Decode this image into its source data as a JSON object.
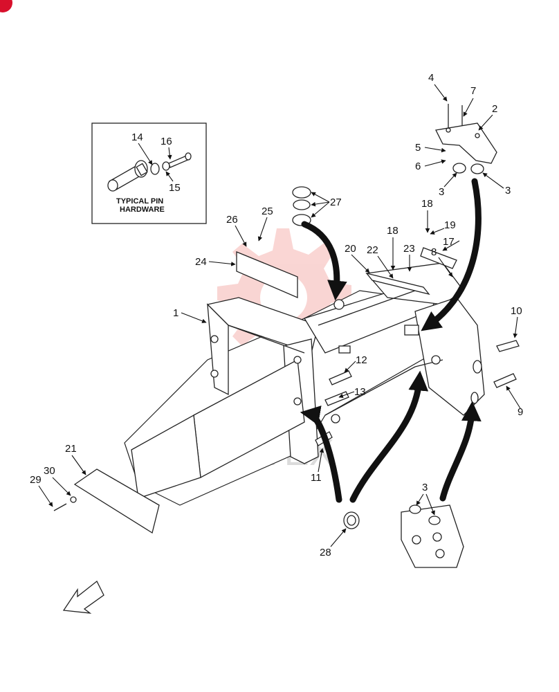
{
  "colors": {
    "ink": "#111111",
    "watermark": "#e8443a",
    "corner_badge": "#d8102c"
  },
  "inset": {
    "title_line1": "TYPICAL PIN",
    "title_line2": "HARDWARE"
  },
  "callouts": {
    "c1": "1",
    "c2": "2",
    "c3a": "3",
    "c3b": "3",
    "c3c": "3",
    "c4": "4",
    "c5": "5",
    "c6": "6",
    "c7": "7",
    "c8": "8",
    "c9": "9",
    "c10": "10",
    "c11": "11",
    "c12": "12",
    "c13": "13",
    "c14": "14",
    "c15": "15",
    "c16": "16",
    "c17": "17",
    "c18a": "18",
    "c18b": "18",
    "c19": "19",
    "c20": "20",
    "c21": "21",
    "c22": "22",
    "c23": "23",
    "c24": "24",
    "c25": "25",
    "c26": "26",
    "c27": "27",
    "c28": "28",
    "c29": "29",
    "c30": "30"
  },
  "watermark_text": "ИНТЕХ"
}
